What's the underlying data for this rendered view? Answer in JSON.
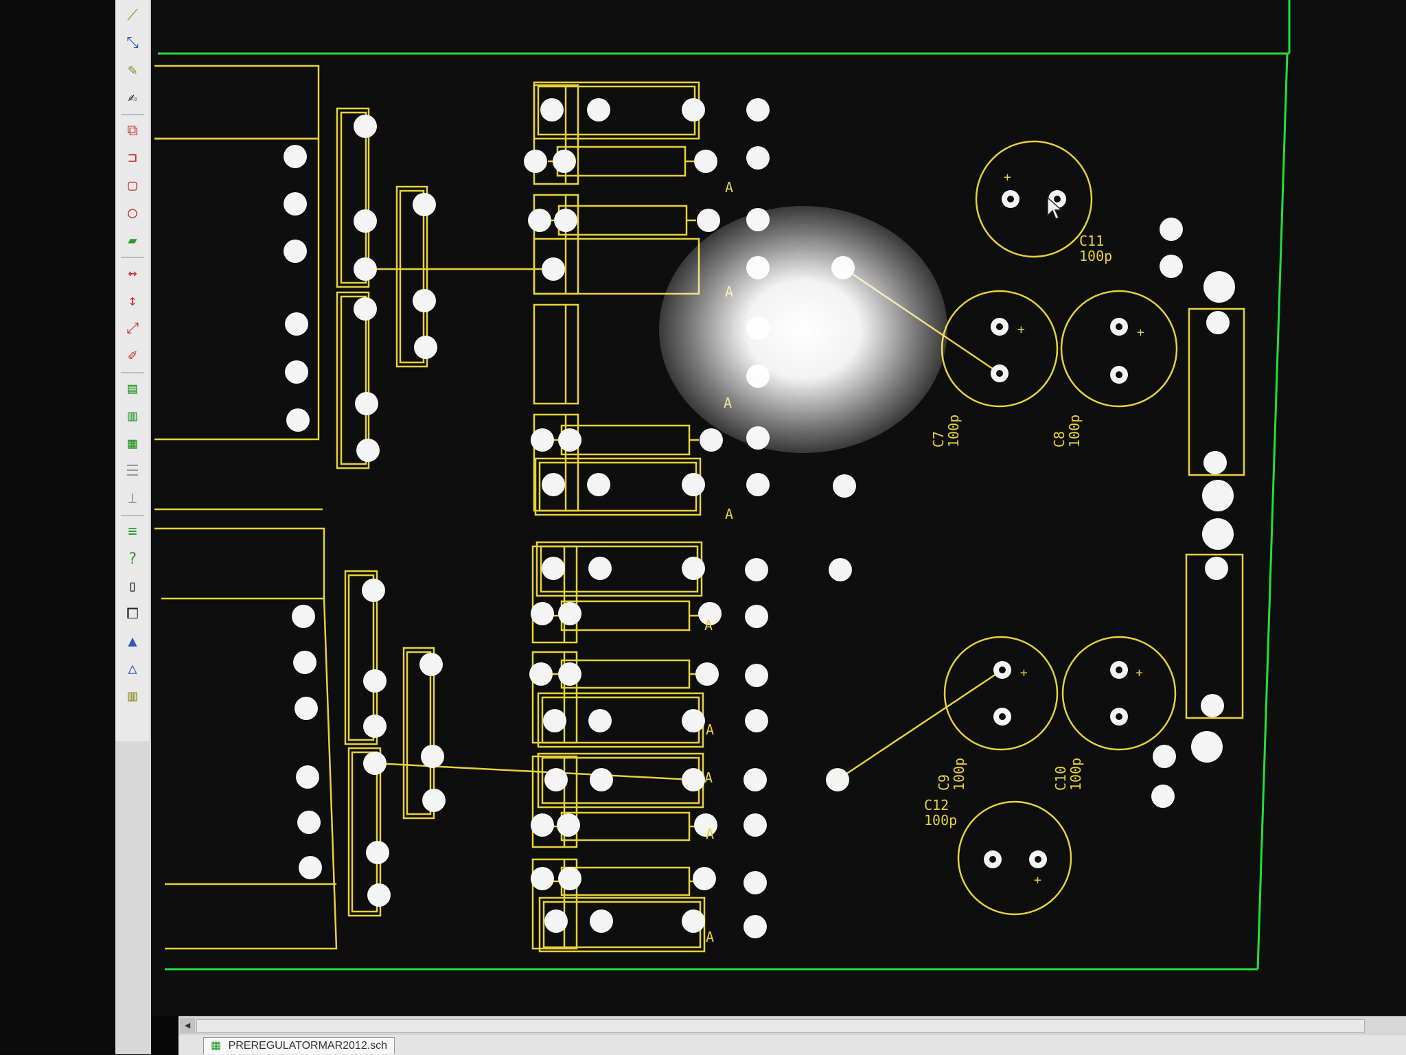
{
  "window": {
    "document_tab": "PREREGULATORMAR2012.sch"
  },
  "toolbar": {
    "tools": [
      {
        "icon": "wire-icon"
      },
      {
        "icon": "bus-icon"
      },
      {
        "icon": "pen-icon"
      },
      {
        "icon": "text-icon"
      },
      {
        "icon": "add-part-icon"
      },
      {
        "icon": "add-pin-icon"
      },
      {
        "icon": "add-rect-icon"
      },
      {
        "icon": "add-circle-icon"
      },
      {
        "icon": "fill-icon"
      },
      {
        "icon": "measure-h-icon"
      },
      {
        "icon": "measure-v-icon"
      },
      {
        "icon": "measure-diag-icon"
      },
      {
        "icon": "note-icon"
      },
      {
        "icon": "layer-1-icon"
      },
      {
        "icon": "layer-2-icon"
      },
      {
        "icon": "layer-3-icon"
      },
      {
        "icon": "grid-icon"
      },
      {
        "icon": "anchor-icon"
      },
      {
        "icon": "netlist-icon"
      },
      {
        "icon": "query-icon"
      },
      {
        "icon": "page-icon"
      },
      {
        "icon": "copy-icon"
      },
      {
        "icon": "route-icon"
      },
      {
        "icon": "autoroute-icon"
      },
      {
        "icon": "library-icon"
      }
    ]
  },
  "pcb": {
    "components": [
      {
        "ref": "C11",
        "value": "100p"
      },
      {
        "ref": "C7",
        "value": "100p"
      },
      {
        "ref": "C8",
        "value": "100p"
      },
      {
        "ref": "C9",
        "value": "100p"
      },
      {
        "ref": "C10",
        "value": "100p"
      },
      {
        "ref": "C12",
        "value": "100p"
      }
    ],
    "pad_markers": [
      "A",
      "A",
      "A",
      "A",
      "A",
      "A",
      "A",
      "A",
      "A"
    ],
    "polarity_mark": "+"
  },
  "colors": {
    "silkscreen": "#e6d23a",
    "board_outline": "#22e03a",
    "pad": "#f4f4f4",
    "background": "#0e0e0e"
  }
}
